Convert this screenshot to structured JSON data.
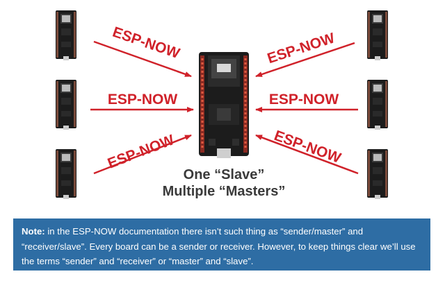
{
  "diagram": {
    "arrow_labels": [
      "ESP-NOW",
      "ESP-NOW",
      "ESP-NOW",
      "ESP-NOW",
      "ESP-NOW",
      "ESP-NOW"
    ],
    "caption_line1": "One “Slave”",
    "caption_line2": "Multiple “Masters”",
    "colors": {
      "arrow": "#d0222a",
      "board": "#1c1c1c",
      "pin_header": "#c0392b",
      "note_background": "#2e6da4"
    }
  },
  "note": {
    "label": "Note:",
    "text": " in the ESP-NOW documentation there isn’t such thing as “sender/master” and “receiver/slave”. Every board can be a sender or receiver. However, to keep things clear we’ll use the terms “sender” and “receiver” or “master” and “slave”."
  }
}
